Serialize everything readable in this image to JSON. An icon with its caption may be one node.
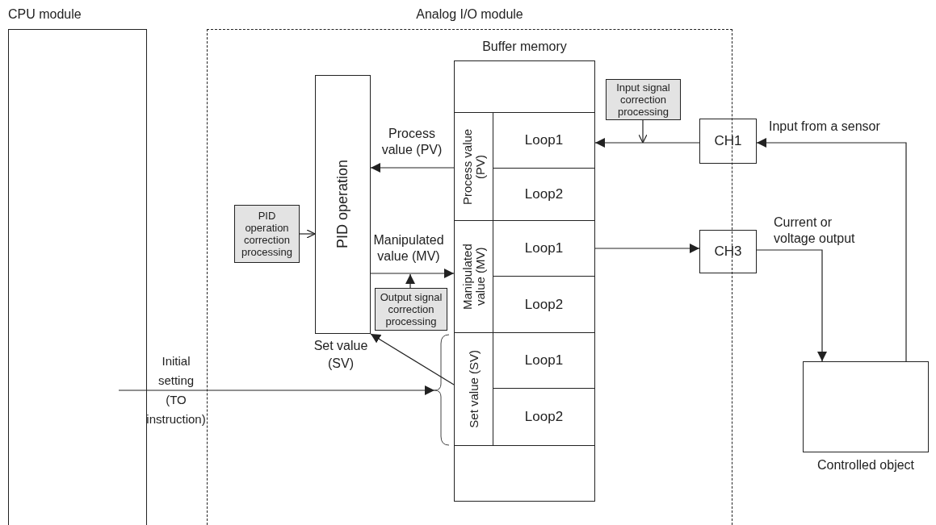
{
  "diagram": {
    "nodes": [
      {
        "text": [
          "CPU module"
        ]
      },
      {
        "text": [
          "Analog I/O module"
        ]
      },
      {
        "text": [
          "Buffer memory"
        ],
        "in": 1
      },
      {
        "text": [],
        "shape": "box",
        "in": 2
      },
      {
        "text": [
          "Process value (PV)"
        ],
        "in": 2
      },
      {
        "text": [
          "Loop1"
        ],
        "in": 2
      },
      {
        "text": [
          "Loop2"
        ],
        "in": 2
      },
      {
        "text": [
          "Manipulated value (MV)"
        ],
        "in": 2
      },
      {
        "text": [
          "Loop1"
        ],
        "in": 2
      },
      {
        "text": [
          "Loop2"
        ],
        "in": 2
      },
      {
        "text": [
          "Set value (SV)"
        ],
        "in": 2
      },
      {
        "text": [
          "Loop1"
        ],
        "in": 2
      },
      {
        "text": [
          "Loop2"
        ],
        "in": 2
      },
      {
        "text": [],
        "shape": "box",
        "in": 2
      },
      {
        "text": [
          "PID operation"
        ],
        "in": 1
      },
      {
        "text": [
          "PID operation correction processing"
        ],
        "in": 1
      },
      {
        "text": [
          "Output signal correction processing"
        ],
        "in": 1
      },
      {
        "text": [
          "Input signal correction processing"
        ],
        "in": 1
      },
      {
        "text": [
          "CH1"
        ]
      },
      {
        "text": [
          "CH3"
        ]
      },
      {
        "text": [
          "Controlled object"
        ]
      }
    ],
    "edges": [
      {
        "from": 4,
        "to": 14,
        "arrow": "to",
        "label": "Process value (PV)"
      },
      {
        "from": 14,
        "to": 7,
        "arrow": "to",
        "label": "Manipulated value (MV)"
      },
      {
        "from": 16,
        "to": null,
        "arrow": "to"
      },
      {
        "from": 15,
        "to": 14,
        "arrow": "to"
      },
      {
        "from": 10,
        "to": 14,
        "arrow": "to",
        "label": "Set value (SV)"
      },
      {
        "from": 0,
        "to": 10,
        "arrow": "to",
        "label": "Initial setting (TO instruction)"
      },
      {
        "from": 18,
        "to": 5,
        "arrow": "to"
      },
      {
        "from": 17,
        "to": null,
        "arrow": "to"
      },
      {
        "from": 20,
        "to": 18,
        "arrow": "to",
        "label": "Input from a sensor"
      },
      {
        "from": 8,
        "to": 19,
        "arrow": "to"
      },
      {
        "from": 19,
        "to": 20,
        "arrow": "to",
        "label": "Current or voltage output"
      }
    ]
  }
}
